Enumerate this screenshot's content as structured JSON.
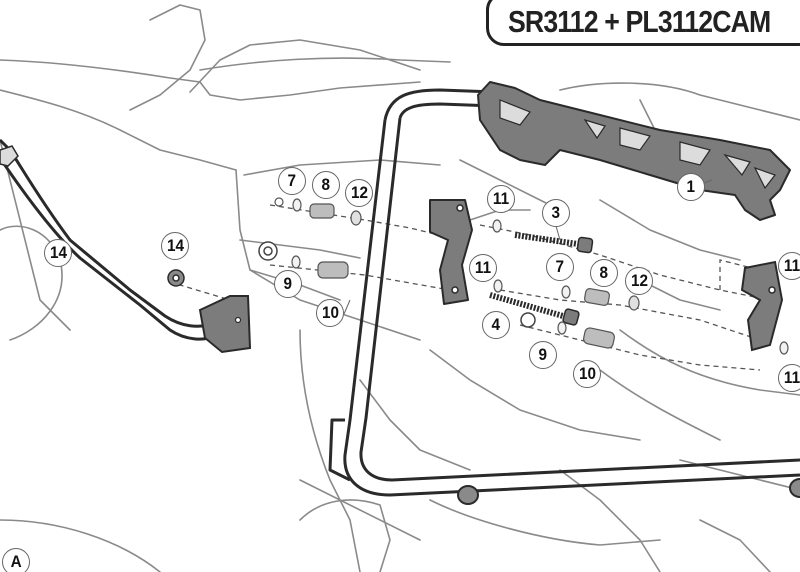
{
  "title": "SR3112 + PL3112CAM",
  "callouts": {
    "c1": "1",
    "c3": "3",
    "c4": "4",
    "c7a": "7",
    "c7b": "7",
    "c8a": "8",
    "c8b": "8",
    "c9a": "9",
    "c9b": "9",
    "c10a": "10",
    "c10b": "10",
    "c11a": "11",
    "c11b": "11",
    "c11c": "11",
    "c11d": "11",
    "c12a": "12",
    "c12b": "12",
    "c14a": "14",
    "c14b": "14",
    "cA": "A"
  }
}
